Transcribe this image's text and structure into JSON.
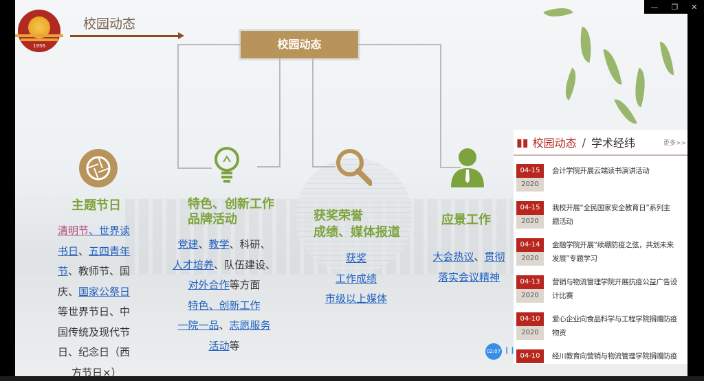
{
  "window": {
    "minimize": "—",
    "restore": "❐",
    "close": "✕"
  },
  "logo": {
    "year": "1956"
  },
  "header": {
    "title": "校园动态",
    "center_box": "校园动态"
  },
  "columns": [
    {
      "icon": "aperture-icon",
      "title": "主题节日",
      "lines": [
        [
          "清明节",
          "、世界读"
        ],
        [
          "书日",
          "、",
          "五四青年"
        ],
        [
          "节",
          "、教师节、国"
        ],
        [
          "庆、",
          "国家公祭日"
        ],
        [
          "等世界节日、中"
        ],
        [
          "国传统及现代节"
        ],
        [
          "日、纪念日（西"
        ],
        [
          "方节日×）"
        ]
      ]
    },
    {
      "icon": "lightbulb-icon",
      "title": "特色、创新工作\n品牌活动",
      "l1a": "党建",
      "l1b": "、",
      "l1c": "教学",
      "l1d": "、科研、",
      "l2a": "人才培养",
      "l2b": "、队伍建设、",
      "l3a": "对外合作",
      "l3b": "等方面",
      "l4": "特色、创新工作",
      "l5a": "一院一品",
      "l5b": "、",
      "l5c": "志愿服务",
      "l6a": "活动",
      "l6b": "等"
    },
    {
      "icon": "search-icon",
      "title1": "获奖荣誉",
      "title2": "成绩、媒体报道",
      "links": [
        "获奖",
        "工作成绩",
        "市级以上媒体"
      ]
    },
    {
      "icon": "person-icon",
      "title": "应景工作",
      "l1a": "大会热议",
      "l1b": "、",
      "l1c": "贯彻",
      "l2": "落实会议精神"
    }
  ],
  "news": {
    "tab1": "校园动态",
    "sep": "/",
    "tab2": "学术经纬",
    "more": "更多>>",
    "items": [
      {
        "date": "04-15",
        "year": "2020",
        "title": "会计学院开展云端读书演讲活动",
        "title2": ""
      },
      {
        "date": "04-15",
        "year": "2020",
        "title": "我校开展“全民国家安全教育日”系列主",
        "title2": "题活动"
      },
      {
        "date": "04-14",
        "year": "2020",
        "title": "金融学院开展“续绷防疫之弦，共划未来",
        "title2": "发展”专题学习"
      },
      {
        "date": "04-13",
        "year": "2020",
        "title": "营销与物流管理学院开展抗疫公益广告设",
        "title2": "计比赛"
      },
      {
        "date": "04-10",
        "year": "2020",
        "title": "爱心企业向食品科学与工程学院捐赠防疫",
        "title2": "物资"
      },
      {
        "date": "04-10",
        "year": "",
        "title": "经川教育向营销与物流管理学院捐赠防疫",
        "title2": ""
      }
    ]
  },
  "player": {
    "time": "02:07",
    "pause": "❙❙"
  }
}
